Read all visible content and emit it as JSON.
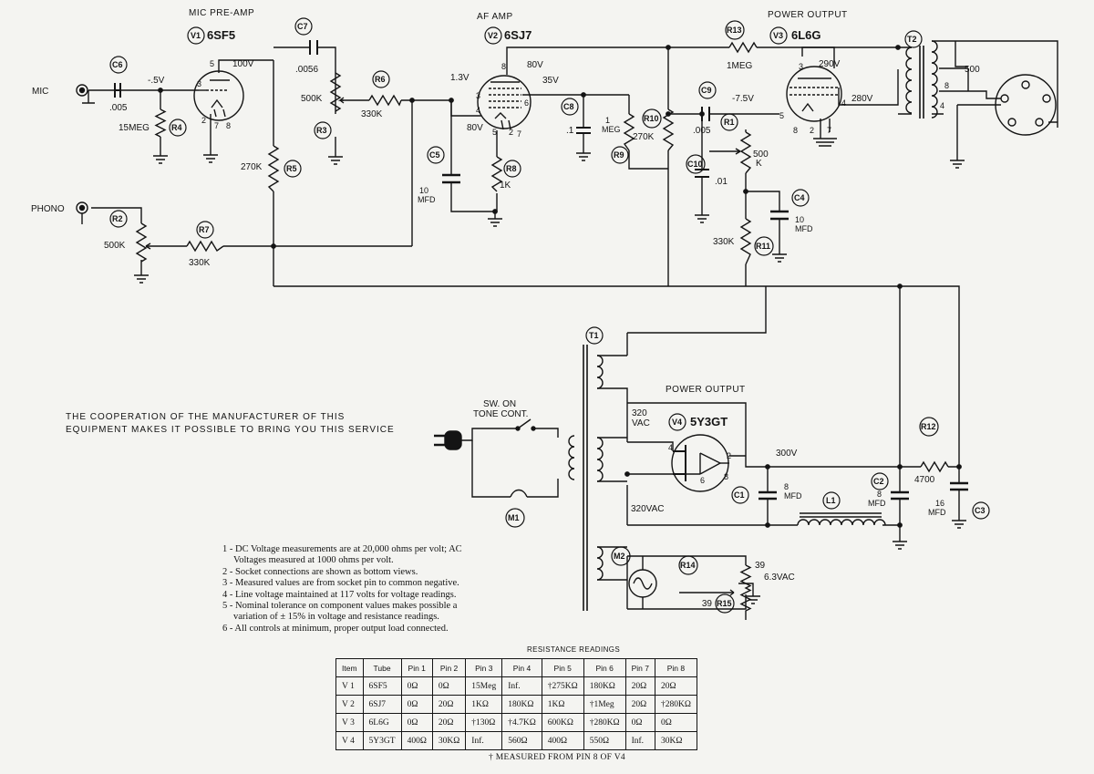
{
  "stages": {
    "v1": {
      "title": "MIC PRE-AMP",
      "tag": "V1",
      "tube": "6SF5"
    },
    "v2": {
      "title": "AF AMP",
      "tag": "V2",
      "tube": "6SJ7"
    },
    "v3": {
      "title": "POWER OUTPUT",
      "tag": "V3",
      "tube": "6L6G"
    },
    "v4": {
      "title": "POWER OUTPUT",
      "tag": "V4",
      "tube": "5Y3GT"
    }
  },
  "inputs": {
    "mic": "MIC",
    "phono": "PHONO"
  },
  "switch_label": [
    "SW. ON",
    "TONE CONT."
  ],
  "components": {
    "c6": {
      "tag": "C6",
      "value": ".005"
    },
    "c7": {
      "tag": "C7",
      "value": ".0056"
    },
    "c8": {
      "tag": "C8",
      "value": ".1"
    },
    "c9": {
      "tag": "C9",
      "value": ".005"
    },
    "c10": {
      "tag": "C10",
      "value": ".01"
    },
    "c5": {
      "tag": "C5",
      "value": [
        "10",
        "MFD"
      ]
    },
    "c4": {
      "tag": "C4",
      "value": [
        "10",
        "MFD"
      ]
    },
    "c1": {
      "tag": "C1",
      "value": [
        "8",
        "MFD"
      ]
    },
    "c2": {
      "tag": "C2",
      "value": [
        "8",
        "MFD"
      ]
    },
    "c3": {
      "tag": "C3",
      "value": [
        "16",
        "MFD"
      ]
    },
    "r4": {
      "tag": "R4",
      "value": "15MEG"
    },
    "r3": {
      "tag": "R3",
      "value": "500K"
    },
    "r6": {
      "tag": "R6",
      "value": "330K"
    },
    "r5": {
      "tag": "R5",
      "value": "270K"
    },
    "r2": {
      "tag": "R2",
      "value": "500K"
    },
    "r7": {
      "tag": "R7",
      "value": "330K"
    },
    "r8": {
      "tag": "R8",
      "value": "1K"
    },
    "r9": {
      "tag": "R9",
      "value": [
        "1",
        "MEG"
      ]
    },
    "r10": {
      "tag": "R10",
      "value": "270K"
    },
    "r13": {
      "tag": "R13",
      "value": "1MEG"
    },
    "r1": {
      "tag": "R1",
      "value": [
        "500",
        "K"
      ]
    },
    "r11": {
      "tag": "R11",
      "value": "330K"
    },
    "r12": {
      "tag": "R12",
      "value": "4700"
    },
    "r14": {
      "tag": "R14",
      "value": "39"
    },
    "r15": {
      "tag": "R15",
      "value": "39"
    },
    "l1": {
      "tag": "L1"
    },
    "t1": {
      "tag": "T1"
    },
    "t2": {
      "tag": "T2"
    },
    "m1": {
      "tag": "M1"
    },
    "m2": {
      "tag": "M2"
    }
  },
  "voltages": {
    "v1_grid": "-.5V",
    "v1_plate": "100V",
    "v2_cathode": "1.3V",
    "v2_plate": "80V",
    "v2_screen": "35V",
    "v2_pin5": "80V",
    "v3_grid": "-7.5V",
    "v3_plate": "290V",
    "v3_screen": "280V",
    "b_plus": "300V",
    "t1_hv_top": [
      "320",
      "VAC"
    ],
    "t1_hv_bottom": "320VAC",
    "heater": "6.3VAC",
    "t2_tap": "500"
  },
  "pins": {
    "v1": [
      "5",
      "3",
      "2",
      "7",
      "8"
    ],
    "v2": [
      "8",
      "3",
      "4",
      "5",
      "2",
      "7",
      "6"
    ],
    "v3": [
      "3",
      "5",
      "8",
      "2",
      "7",
      "4"
    ],
    "v4": [
      "4",
      "2",
      "6",
      "8"
    ],
    "t2": [
      "8",
      "4"
    ]
  },
  "caption": [
    "THE COOPERATION OF THE MANUFACTURER OF THIS",
    "EQUIPMENT MAKES IT POSSIBLE TO BRING YOU THIS SERVICE"
  ],
  "notes": [
    "1 - DC Voltage measurements are at 20,000 ohms per volt;  AC",
    "      Voltages measured at 1000 ohms per volt.",
    "2 - Socket connections are shown as bottom views.",
    "3 - Measured values are from socket pin to common negative.",
    "4 - Line voltage maintained at 117 volts for voltage readings.",
    "5 - Nominal tolerance on component values makes possible a",
    "      variation of ± 15% in voltage and resistance readings.",
    "6 - All controls at minimum, proper output load connected."
  ],
  "resistance": {
    "title": "RESISTANCE READINGS",
    "headers": [
      "Item",
      "Tube",
      "Pin 1",
      "Pin 2",
      "Pin 3",
      "Pin 4",
      "Pin 5",
      "Pin 6",
      "Pin 7",
      "Pin 8"
    ],
    "rows": [
      [
        "V 1",
        "6SF5",
        "0Ω",
        "0Ω",
        "15Meg",
        "Inf.",
        "†275KΩ",
        "180KΩ",
        "20Ω",
        "20Ω"
      ],
      [
        "V 2",
        "6SJ7",
        "0Ω",
        "20Ω",
        "1KΩ",
        "180KΩ",
        "1KΩ",
        "†1Meg",
        "20Ω",
        "†280KΩ"
      ],
      [
        "V 3",
        "6L6G",
        "0Ω",
        "20Ω",
        "†130Ω",
        "†4.7KΩ",
        "600KΩ",
        "†280KΩ",
        "0Ω",
        "0Ω"
      ],
      [
        "V 4",
        "5Y3GT",
        "400Ω",
        "30KΩ",
        "Inf.",
        "560Ω",
        "400Ω",
        "550Ω",
        "Inf.",
        "30KΩ"
      ]
    ],
    "footnote": "† MEASURED FROM PIN 8 OF V4"
  }
}
